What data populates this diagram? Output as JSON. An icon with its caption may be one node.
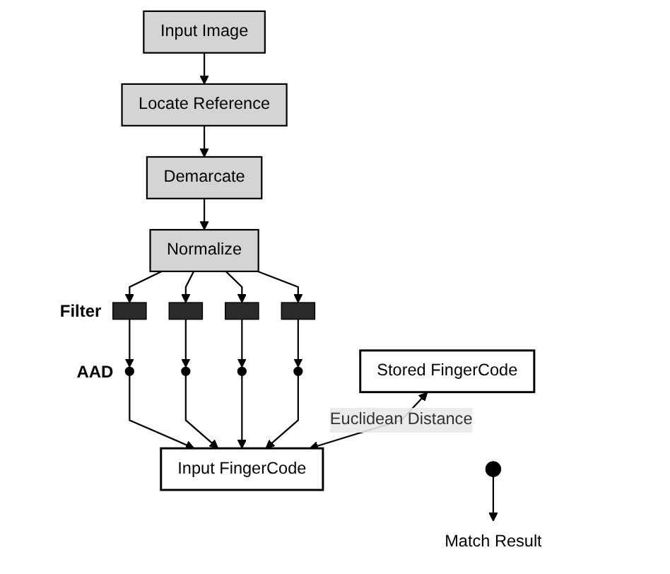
{
  "diagram": {
    "nodes": [
      {
        "text": [
          "Input Image"
        ]
      },
      {
        "text": [
          "Normalize"
        ]
      },
      {
        "text": [
          "Locate Reference"
        ]
      },
      {
        "text": [
          "Demarcate"
        ]
      },
      {
        "text": [],
        "shape": "picture"
      },
      {
        "text": [],
        "shape": "picture"
      },
      {
        "text": [],
        "shape": "picture"
      },
      {
        "text": [],
        "shape": "picture"
      },
      {
        "text": [],
        "shape": "circle"
      },
      {
        "text": [],
        "shape": "circle"
      },
      {
        "text": [],
        "shape": "circle"
      },
      {
        "text": [],
        "shape": "circle"
      },
      {
        "text": [
          "Stored FingerCode"
        ]
      },
      {
        "text": [
          "Input FingerCode"
        ]
      },
      {
        "text": [
          "Match Result"
        ]
      }
    ],
    "edges": [
      {
        "from": 0,
        "to": 2,
        "arrow": "to"
      },
      {
        "from": 2,
        "to": 3,
        "arrow": "to"
      },
      {
        "from": 3,
        "to": 1,
        "arrow": "to"
      },
      {
        "from": 1,
        "to": 4,
        "arrow": "to"
      },
      {
        "from": 1,
        "to": 5,
        "arrow": "to"
      },
      {
        "from": 1,
        "to": 6,
        "arrow": "to"
      },
      {
        "from": 1,
        "to": 7,
        "arrow": "to"
      },
      {
        "from": 4,
        "to": 8,
        "arrow": "to"
      },
      {
        "from": 5,
        "to": 9,
        "arrow": "to"
      },
      {
        "from": 6,
        "to": 10,
        "arrow": "to"
      },
      {
        "from": 7,
        "to": 11,
        "arrow": "to"
      },
      {
        "from": 8,
        "to": 13,
        "arrow": "to"
      },
      {
        "from": 9,
        "to": 13,
        "arrow": "to"
      },
      {
        "from": 10,
        "to": 13,
        "arrow": "to"
      },
      {
        "from": 11,
        "to": 13,
        "arrow": "to"
      },
      {
        "from": 12,
        "to": 13,
        "arrow": "both",
        "label": "Euclidean Distance"
      },
      {
        "from": null,
        "to": 14,
        "arrow": "to"
      }
    ],
    "labels": [
      "Filter",
      "AAD"
    ]
  }
}
